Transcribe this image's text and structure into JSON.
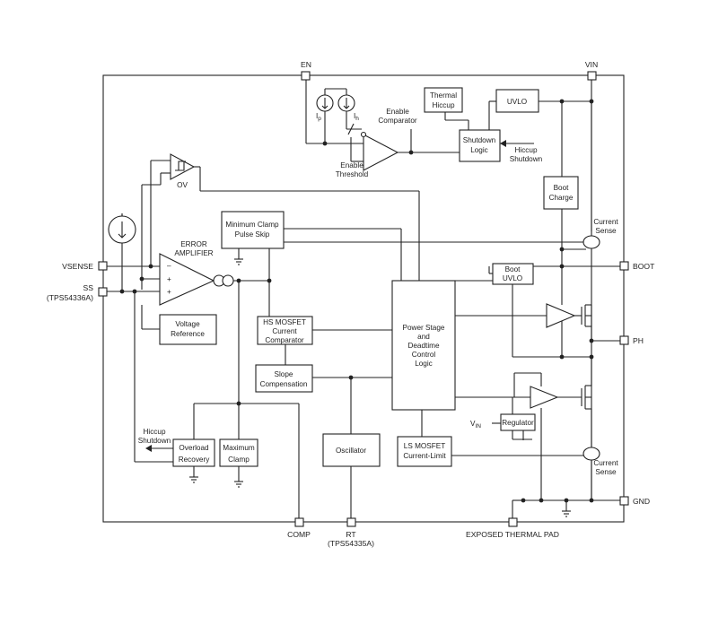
{
  "pins": {
    "en": "EN",
    "vin": "VIN",
    "vsense": "VSENSE",
    "ss": "SS",
    "ss_sub": "(TPS54336A)",
    "boot": "BOOT",
    "ph": "PH",
    "gnd": "GND",
    "comp": "COMP",
    "rt": "RT",
    "rt_sub": "(TPS54335A)",
    "thermal_pad": "EXPOSED THERMAL PAD"
  },
  "blocks": {
    "thermal_hiccup": [
      "Thermal",
      "Hiccup"
    ],
    "uvlo": "UVLO",
    "shutdown_logic": [
      "Shutdown",
      "Logic"
    ],
    "boot_charge": [
      "Boot",
      "Charge"
    ],
    "min_clamp": [
      "Minimum Clamp",
      "Pulse Skip"
    ],
    "voltage_reference": [
      "Voltage",
      "Reference"
    ],
    "hs_comparator": [
      "HS MOSFET",
      "Current",
      "Comparator"
    ],
    "slope_comp": [
      "Slope",
      "Compensation"
    ],
    "power_stage": [
      "Power Stage",
      "and",
      "Deadtime",
      "Control",
      "Logic"
    ],
    "boot_uvlo": [
      "Boot",
      "UVLO"
    ],
    "regulator": "Regulator",
    "oscillator": "Oscillator",
    "ls_limit": [
      "LS MOSFET",
      "Current-Limit"
    ],
    "overload": [
      "Overload",
      "Recovery"
    ],
    "max_clamp": [
      "Maximum",
      "Clamp"
    ]
  },
  "labels": {
    "enable_comparator": [
      "Enable",
      "Comparator"
    ],
    "enable_threshold": [
      "Enable",
      "Threshold"
    ],
    "hiccup_shutdown_right": [
      "Hiccup",
      "Shutdown"
    ],
    "hiccup_shutdown_left": [
      "Hiccup",
      "Shutdown"
    ],
    "current_sense_top": [
      "Current",
      "Sense"
    ],
    "current_sense_bottom": [
      "Current",
      "Sense"
    ],
    "error_amplifier": [
      "ERROR",
      "AMPLIFIER"
    ],
    "ov": "OV",
    "ip": "I",
    "ip_sub": "p",
    "ih": "I",
    "ih_sub": "h",
    "vin_reg": "V",
    "vin_reg_sub": "IN",
    "amp_minus": "–",
    "amp_plus1": "+",
    "amp_plus2": "+"
  }
}
